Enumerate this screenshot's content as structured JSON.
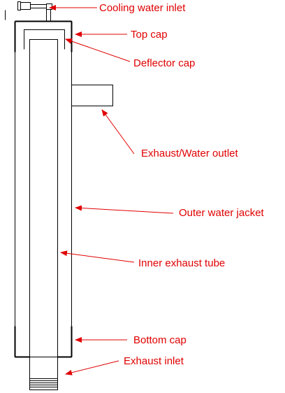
{
  "colors": {
    "outline": "#000000",
    "annotation": "#e00000",
    "background": "#ffffff"
  },
  "labels": {
    "cooling_water_inlet": "Cooling water inlet",
    "top_cap": "Top cap",
    "deflector_cap": "Deflector cap",
    "exhaust_water_outlet": "Exhaust/Water outlet",
    "outer_water_jacket": "Outer water jacket",
    "inner_exhaust_tube": "Inner exhaust tube",
    "bottom_cap": "Bottom cap",
    "exhaust_inlet": "Exhaust inlet"
  }
}
